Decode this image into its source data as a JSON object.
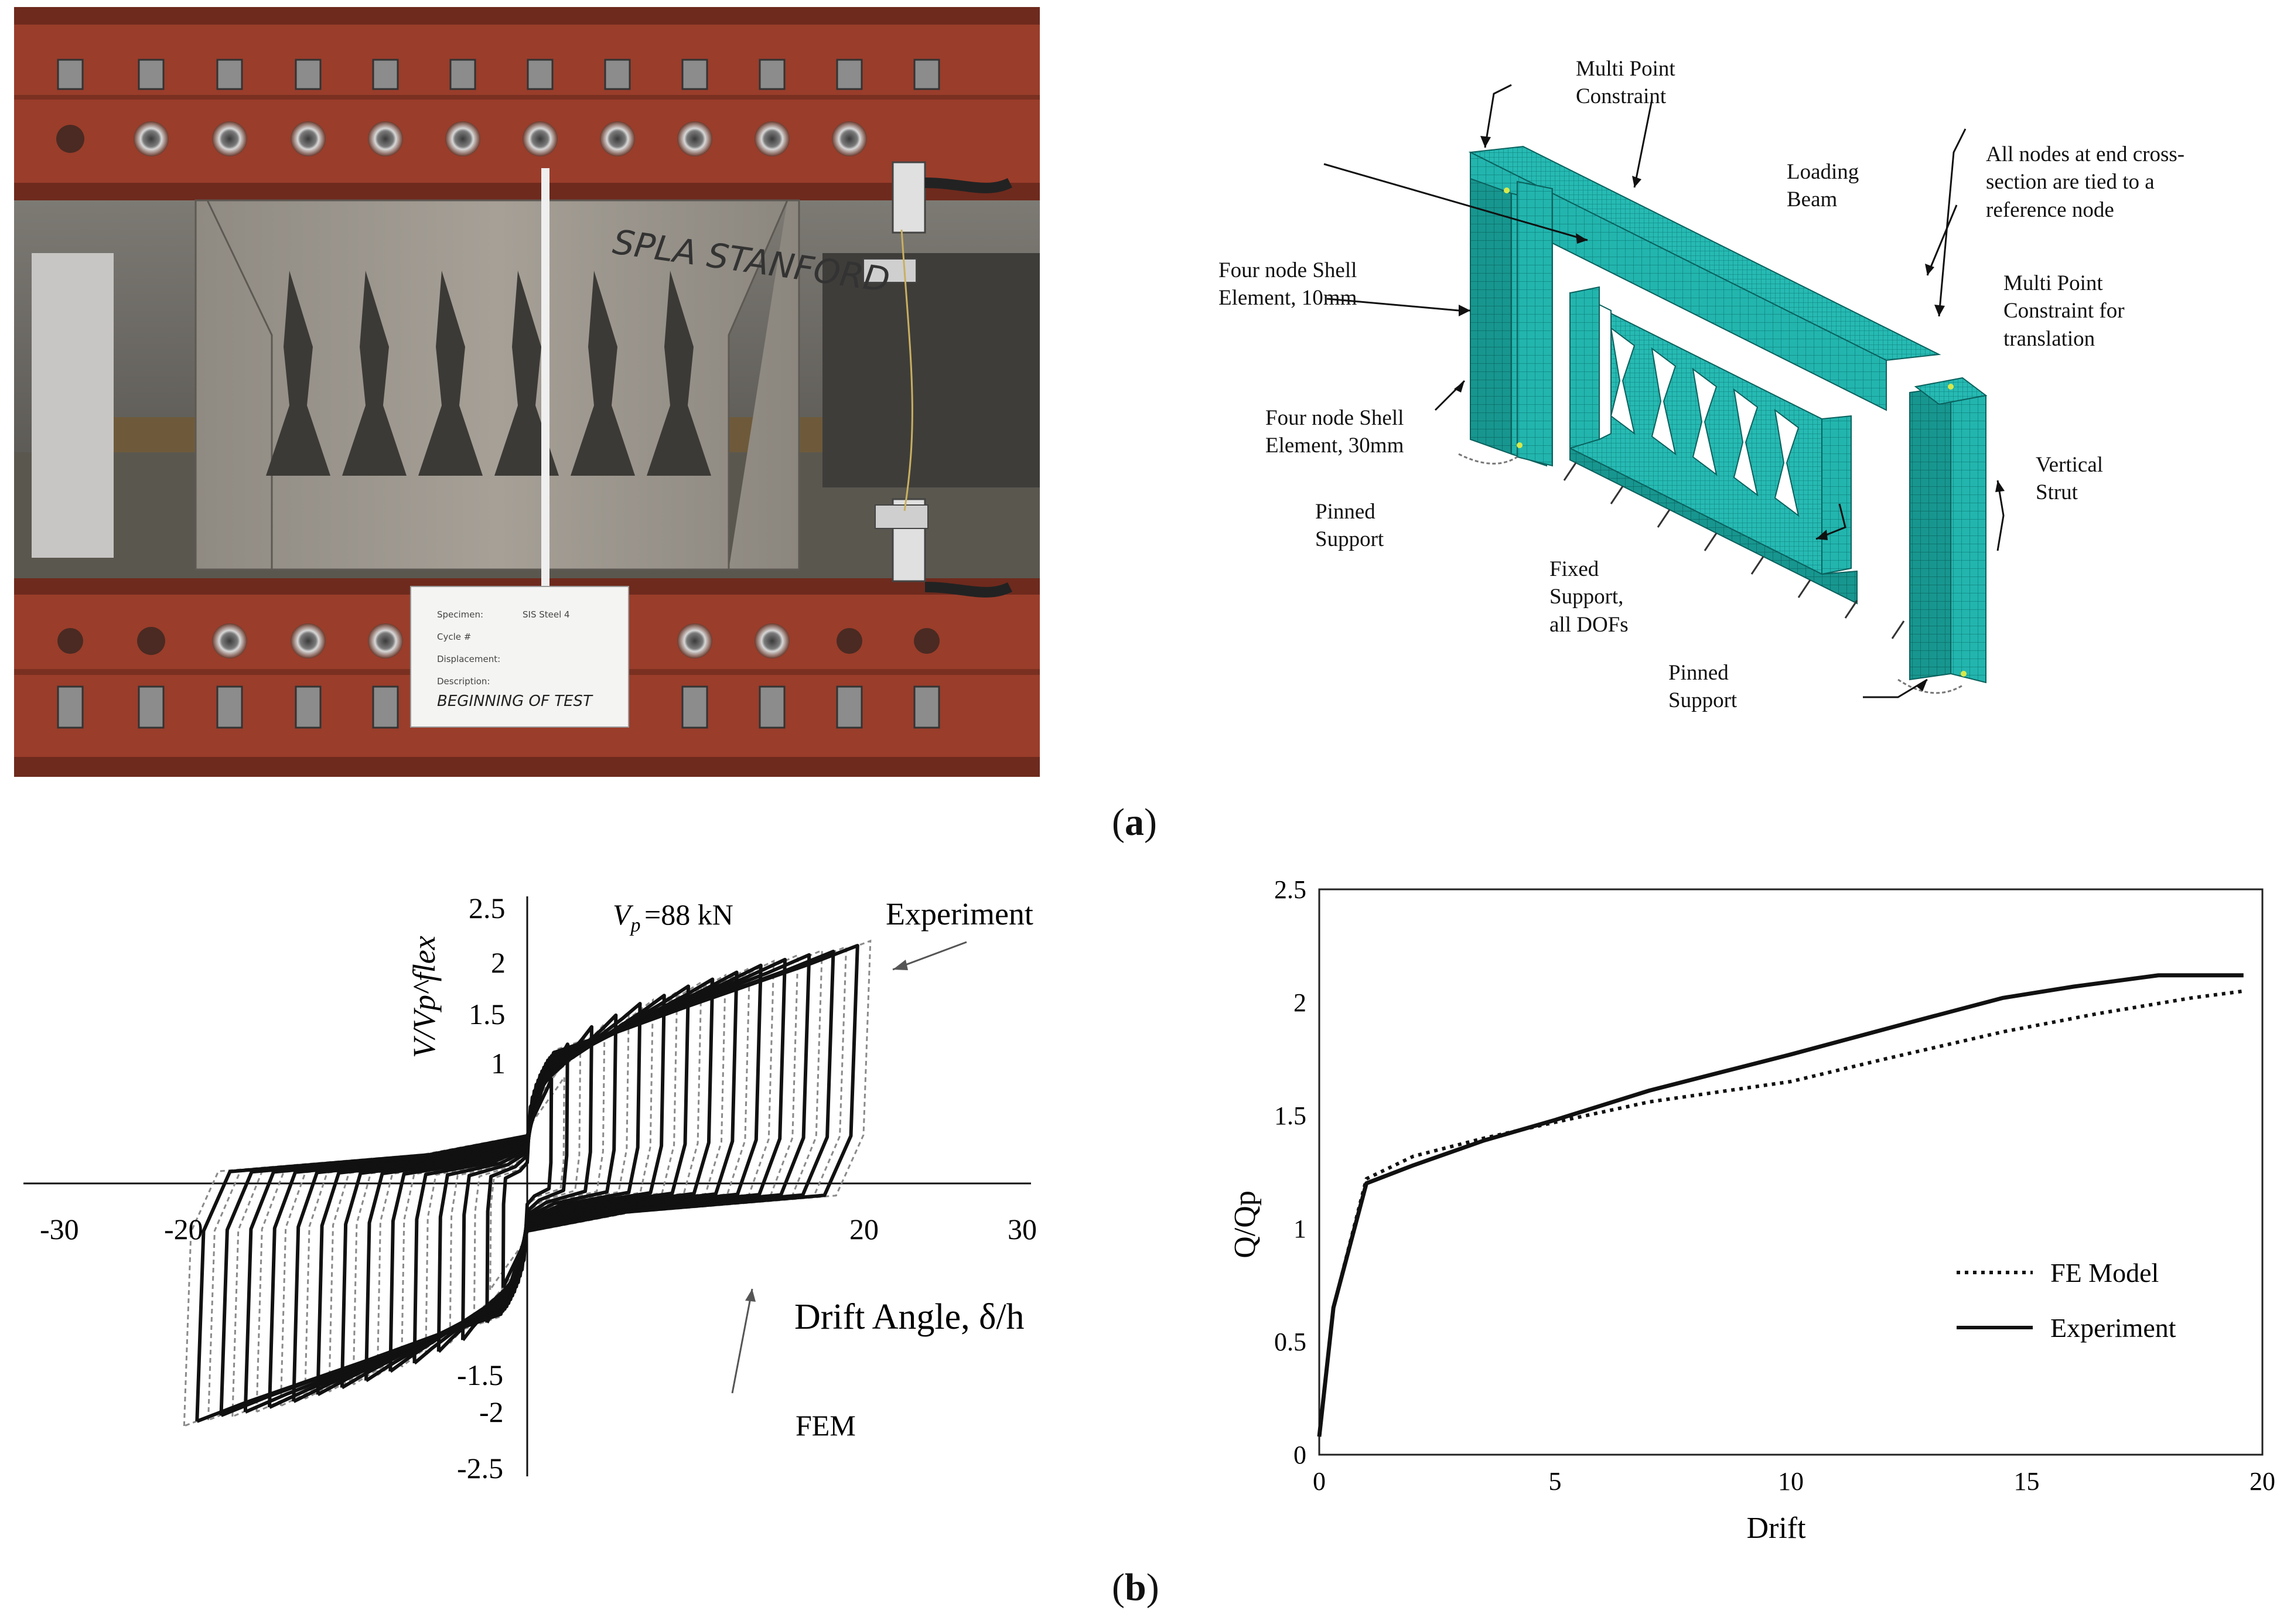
{
  "panel_a": {
    "caption_letter": "a",
    "photo": {
      "handwriting_top": "SPLA STANFORD",
      "card": {
        "specimen_label": "Specimen:",
        "specimen_value": "SIS Steel 4",
        "cycle_label": "Cycle #",
        "displacement_label": "Displacement:",
        "description_label": "Description:",
        "description_value": "BEGINNING OF TEST"
      }
    },
    "fe_model": {
      "labels": {
        "mpc": "Multi Point\nConstraint",
        "loading_beam": "Loading\nBeam",
        "all_nodes": "All nodes at end cross-\nsection are tied to a\nreference node",
        "mpc_translation": "Multi Point\nConstraint for\ntranslation",
        "shell_10": "Four node Shell\nElement, 10mm",
        "shell_30": "Four node Shell\nElement, 30mm",
        "pinned_left": "Pinned\nSupport",
        "fixed": "Fixed\nSupport,\nall DOFs",
        "vertical_strut": "Vertical\nStrut",
        "pinned_right": "Pinned\nSupport"
      },
      "colors": {
        "mesh": "#1fb3ae",
        "mesh_line": "#0b6f6c"
      }
    }
  },
  "panel_b": {
    "caption_letter": "b"
  },
  "chart_data": [
    {
      "type": "line",
      "subtype": "hysteresis",
      "x_tick_labels": [
        "-30",
        "-20",
        "20",
        "30"
      ],
      "y_tick_labels": [
        "2.5",
        "2",
        "1.5",
        "1",
        "-1.5",
        "-2",
        "-2.5"
      ],
      "ylabel": "V/Vp^flex",
      "annotation_vp": "=88 kN",
      "xlabel": "Drift Angle, δ/h",
      "series": [
        {
          "name": "Experiment",
          "style": "solid"
        },
        {
          "name": "FEM",
          "style": "dashed"
        }
      ],
      "xlim": [
        -30,
        30
      ],
      "ylim": [
        -2.5,
        2.5
      ],
      "peak_amplitudes": [
        1.5,
        2.5,
        4,
        5.5,
        7,
        8.5,
        10,
        11.5,
        13,
        14.5,
        16,
        17.5,
        19,
        20.5
      ],
      "peak_strengths": [
        0.9,
        1.2,
        1.35,
        1.45,
        1.55,
        1.62,
        1.7,
        1.76,
        1.82,
        1.88,
        1.93,
        1.97,
        2.0,
        2.05
      ]
    },
    {
      "type": "line",
      "title": "",
      "xlabel": "Drift",
      "ylabel": "Q/Qp",
      "xlim": [
        0,
        20
      ],
      "ylim": [
        0,
        2.5
      ],
      "x_ticks": [
        0,
        5,
        10,
        15,
        20
      ],
      "y_ticks": [
        0,
        0.5,
        1,
        1.5,
        2,
        2.5
      ],
      "legend_position": "bottom-right",
      "series": [
        {
          "name": "FE Model",
          "style": "dotted",
          "x": [
            0,
            0.3,
            1.0,
            2.0,
            3.5,
            5.0,
            7.0,
            10.0,
            12.0,
            14.5,
            16.5,
            18.5,
            19.6
          ],
          "y": [
            0.08,
            0.65,
            1.22,
            1.32,
            1.4,
            1.47,
            1.56,
            1.65,
            1.75,
            1.87,
            1.95,
            2.02,
            2.05
          ]
        },
        {
          "name": "Experiment",
          "style": "solid",
          "x": [
            0,
            0.3,
            1.0,
            2.0,
            3.5,
            5.0,
            7.0,
            10.0,
            12.5,
            14.5,
            16.0,
            17.8,
            19.6
          ],
          "y": [
            0.08,
            0.65,
            1.2,
            1.28,
            1.39,
            1.48,
            1.61,
            1.77,
            1.91,
            2.02,
            2.07,
            2.12,
            2.12
          ]
        }
      ]
    }
  ]
}
